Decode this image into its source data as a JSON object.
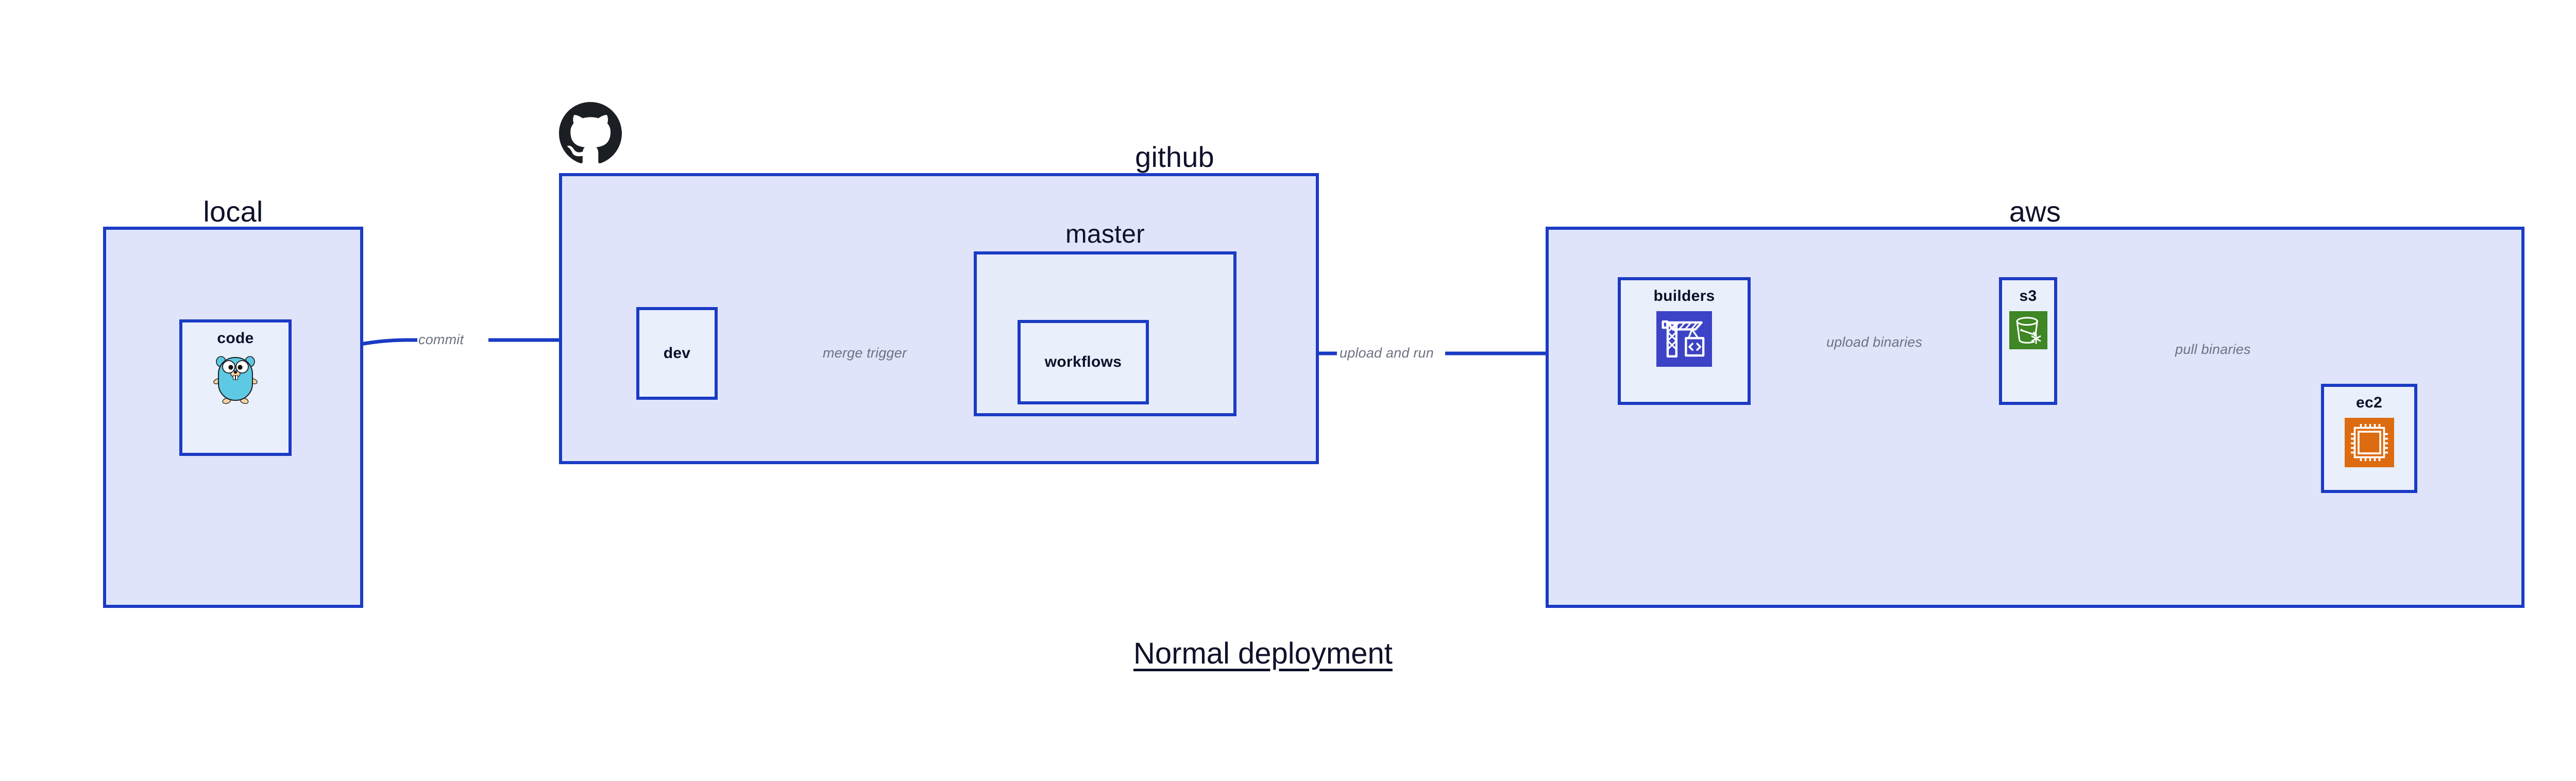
{
  "caption": "Normal deployment",
  "theme": {
    "page_background": "#ffffff",
    "group_fill": "#dfe4fb",
    "subgroup_fill": "#e7ecfb",
    "node_fill": "#eaeffc",
    "stroke": "#1a3bc4",
    "text": "#0d1129",
    "edge_label": "#6b7280",
    "codebuild_icon": "#3c43c6",
    "s3_icon": "#3f8624",
    "ec2_icon": "#dd6b10",
    "gopher_body": "#5dc9e2",
    "gopher_limb": "#f6d2a2",
    "github_mark": "#1b1f23"
  },
  "groups": {
    "local": {
      "label": "local"
    },
    "github": {
      "label": "github"
    },
    "master": {
      "label": "master"
    },
    "aws": {
      "label": "aws"
    }
  },
  "nodes": {
    "code": {
      "label": "code",
      "icon": "go-gopher-icon"
    },
    "dev": {
      "label": "dev",
      "icon": null
    },
    "workflows": {
      "label": "workflows",
      "icon": null
    },
    "builders": {
      "label": "builders",
      "icon": "aws-codebuild-icon"
    },
    "s3": {
      "label": "s3",
      "icon": "aws-s3-bucket-icon"
    },
    "ec2": {
      "label": "ec2",
      "icon": "aws-ec2-chip-icon"
    }
  },
  "edges": [
    {
      "id": "commit",
      "label": "commit",
      "from": "code",
      "to": "dev"
    },
    {
      "id": "merge-trigger",
      "label": "merge trigger",
      "from": "dev",
      "to": "workflows"
    },
    {
      "id": "upload-and-run",
      "label": "upload and run",
      "from": "workflows",
      "to": "builders"
    },
    {
      "id": "upload-binaries",
      "label": "upload binaries",
      "from": "builders",
      "to": "s3"
    },
    {
      "id": "pull-binaries",
      "label": "pull binaries",
      "from": "s3",
      "to": "ec2"
    }
  ]
}
